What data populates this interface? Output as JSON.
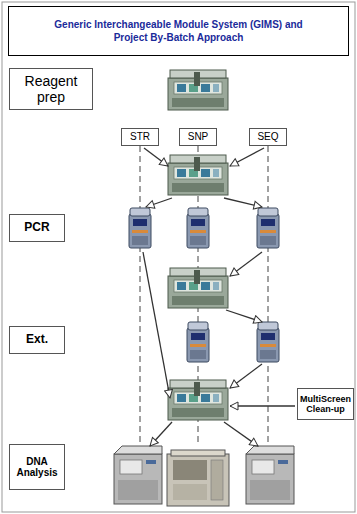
{
  "diagram": {
    "title": "Generic Interchangeable Module System (GIMS) and Project By-Batch Approach",
    "nodes": [
      {
        "text": [
          "Reagent prep"
        ]
      },
      {
        "text": [
          "STR"
        ]
      },
      {
        "text": [
          "SNP"
        ]
      },
      {
        "text": [
          "SEQ"
        ]
      },
      {
        "text": [
          "PCR"
        ]
      },
      {
        "text": [
          "Ext."
        ]
      },
      {
        "text": [
          "MultiScreen Clean-up"
        ]
      },
      {
        "text": [
          "DNA Analysis"
        ]
      }
    ]
  }
}
